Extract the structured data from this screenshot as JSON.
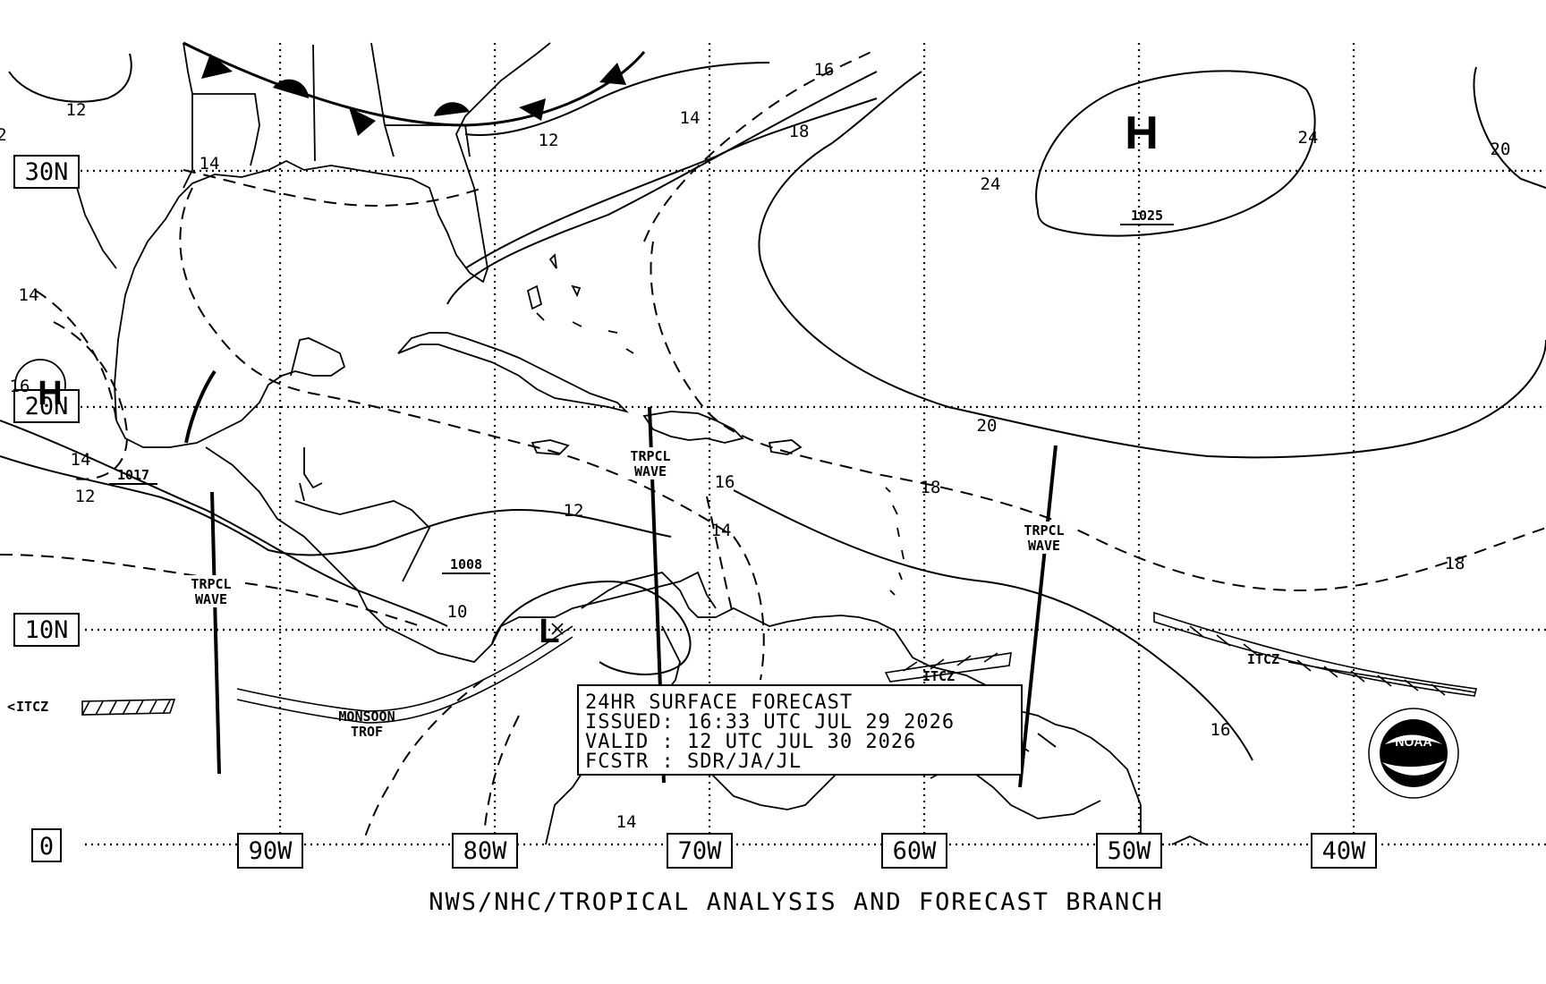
{
  "footer": "NWS/NHC/TROPICAL ANALYSIS AND FORECAST BRANCH",
  "forecast_box": {
    "line1": "24HR SURFACE FORECAST",
    "line2": "ISSUED: 16:33 UTC JUL 29 2026",
    "line3": "VALID : 12 UTC JUL 30 2026",
    "line4": "FCSTR : SDR/JA/JL"
  },
  "latitudes": {
    "n30": "30N",
    "n20": "20N",
    "n10": "10N",
    "zero": "0"
  },
  "longitudes": {
    "w90": "90W",
    "w80": "80W",
    "w70": "70W",
    "w60": "60W",
    "w50": "50W",
    "w40": "40W"
  },
  "pressure_centers": {
    "high_atlantic": {
      "symbol": "H",
      "value": "1025"
    },
    "high_gulf": {
      "symbol": "H",
      "value": "1017"
    },
    "low_caribbean": {
      "symbol": "L",
      "value": "1008"
    }
  },
  "features": {
    "tropical_wave": "TRPCL\nWAVE",
    "tropical_wave_line1": "TRPCL",
    "tropical_wave_line2": "WAVE",
    "itcz": "ITCZ",
    "monsoon_line1": "MONSOON",
    "monsoon_line2": "TROF"
  },
  "isobar_labels": {
    "a": "12",
    "b": "14",
    "c": "16",
    "d": "18",
    "e": "20",
    "f": "24",
    "g": "10",
    "h": "2"
  },
  "logo": {
    "text": "NOAA"
  },
  "colors": {
    "ink": "#000000",
    "background": "#ffffff"
  }
}
